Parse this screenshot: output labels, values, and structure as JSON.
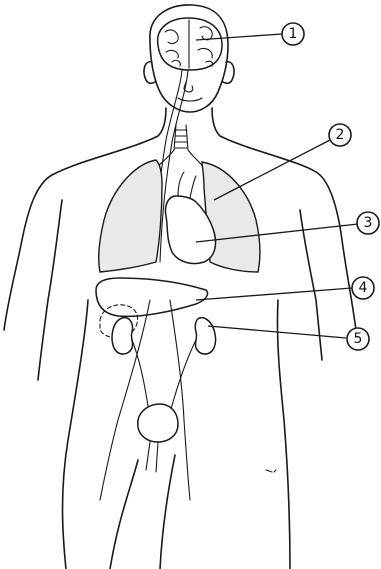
{
  "callouts": [
    {
      "label": "1",
      "target": "brain"
    },
    {
      "label": "2",
      "target": "lungs"
    },
    {
      "label": "3",
      "target": "heart"
    },
    {
      "label": "4",
      "target": "liver"
    },
    {
      "label": "5",
      "target": "kidneys"
    }
  ],
  "colors": {
    "line": "#1a1a1a",
    "lung_stipple": "#e9e9e9",
    "background": "#ffffff"
  }
}
